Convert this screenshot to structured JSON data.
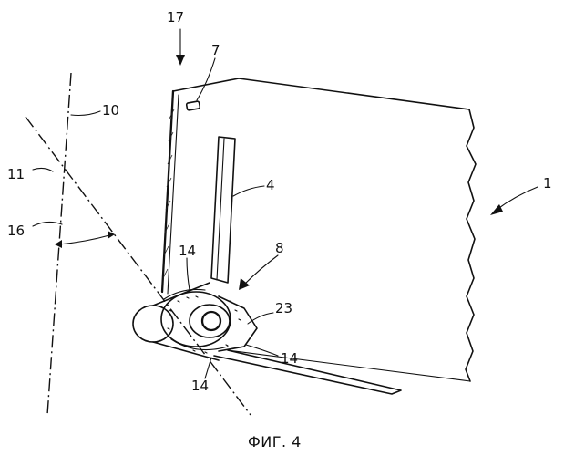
{
  "figure": {
    "caption": "ФИГ. 4",
    "labels": {
      "l17": "17",
      "l7": "7",
      "l10": "10",
      "l11": "11",
      "l16": "16",
      "l4": "4",
      "l1": "1",
      "l8": "8",
      "l14a": "14",
      "l23": "23",
      "l14b": "14",
      "l14c": "14"
    }
  }
}
